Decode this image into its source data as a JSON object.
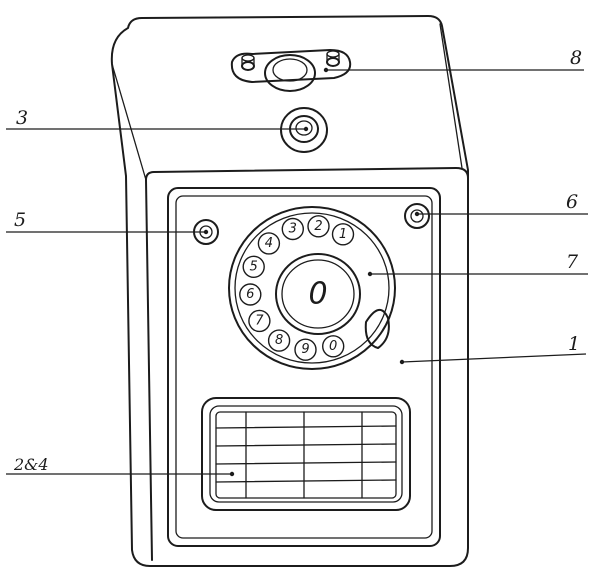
{
  "callouts": {
    "1": "1",
    "2_4": "2&4",
    "3": "3",
    "5": "5",
    "6": "6",
    "7": "7",
    "8": "8"
  },
  "dial": {
    "digits": [
      "1",
      "2",
      "3",
      "4",
      "5",
      "6",
      "7",
      "8",
      "9",
      "0"
    ],
    "center_label": "0"
  }
}
